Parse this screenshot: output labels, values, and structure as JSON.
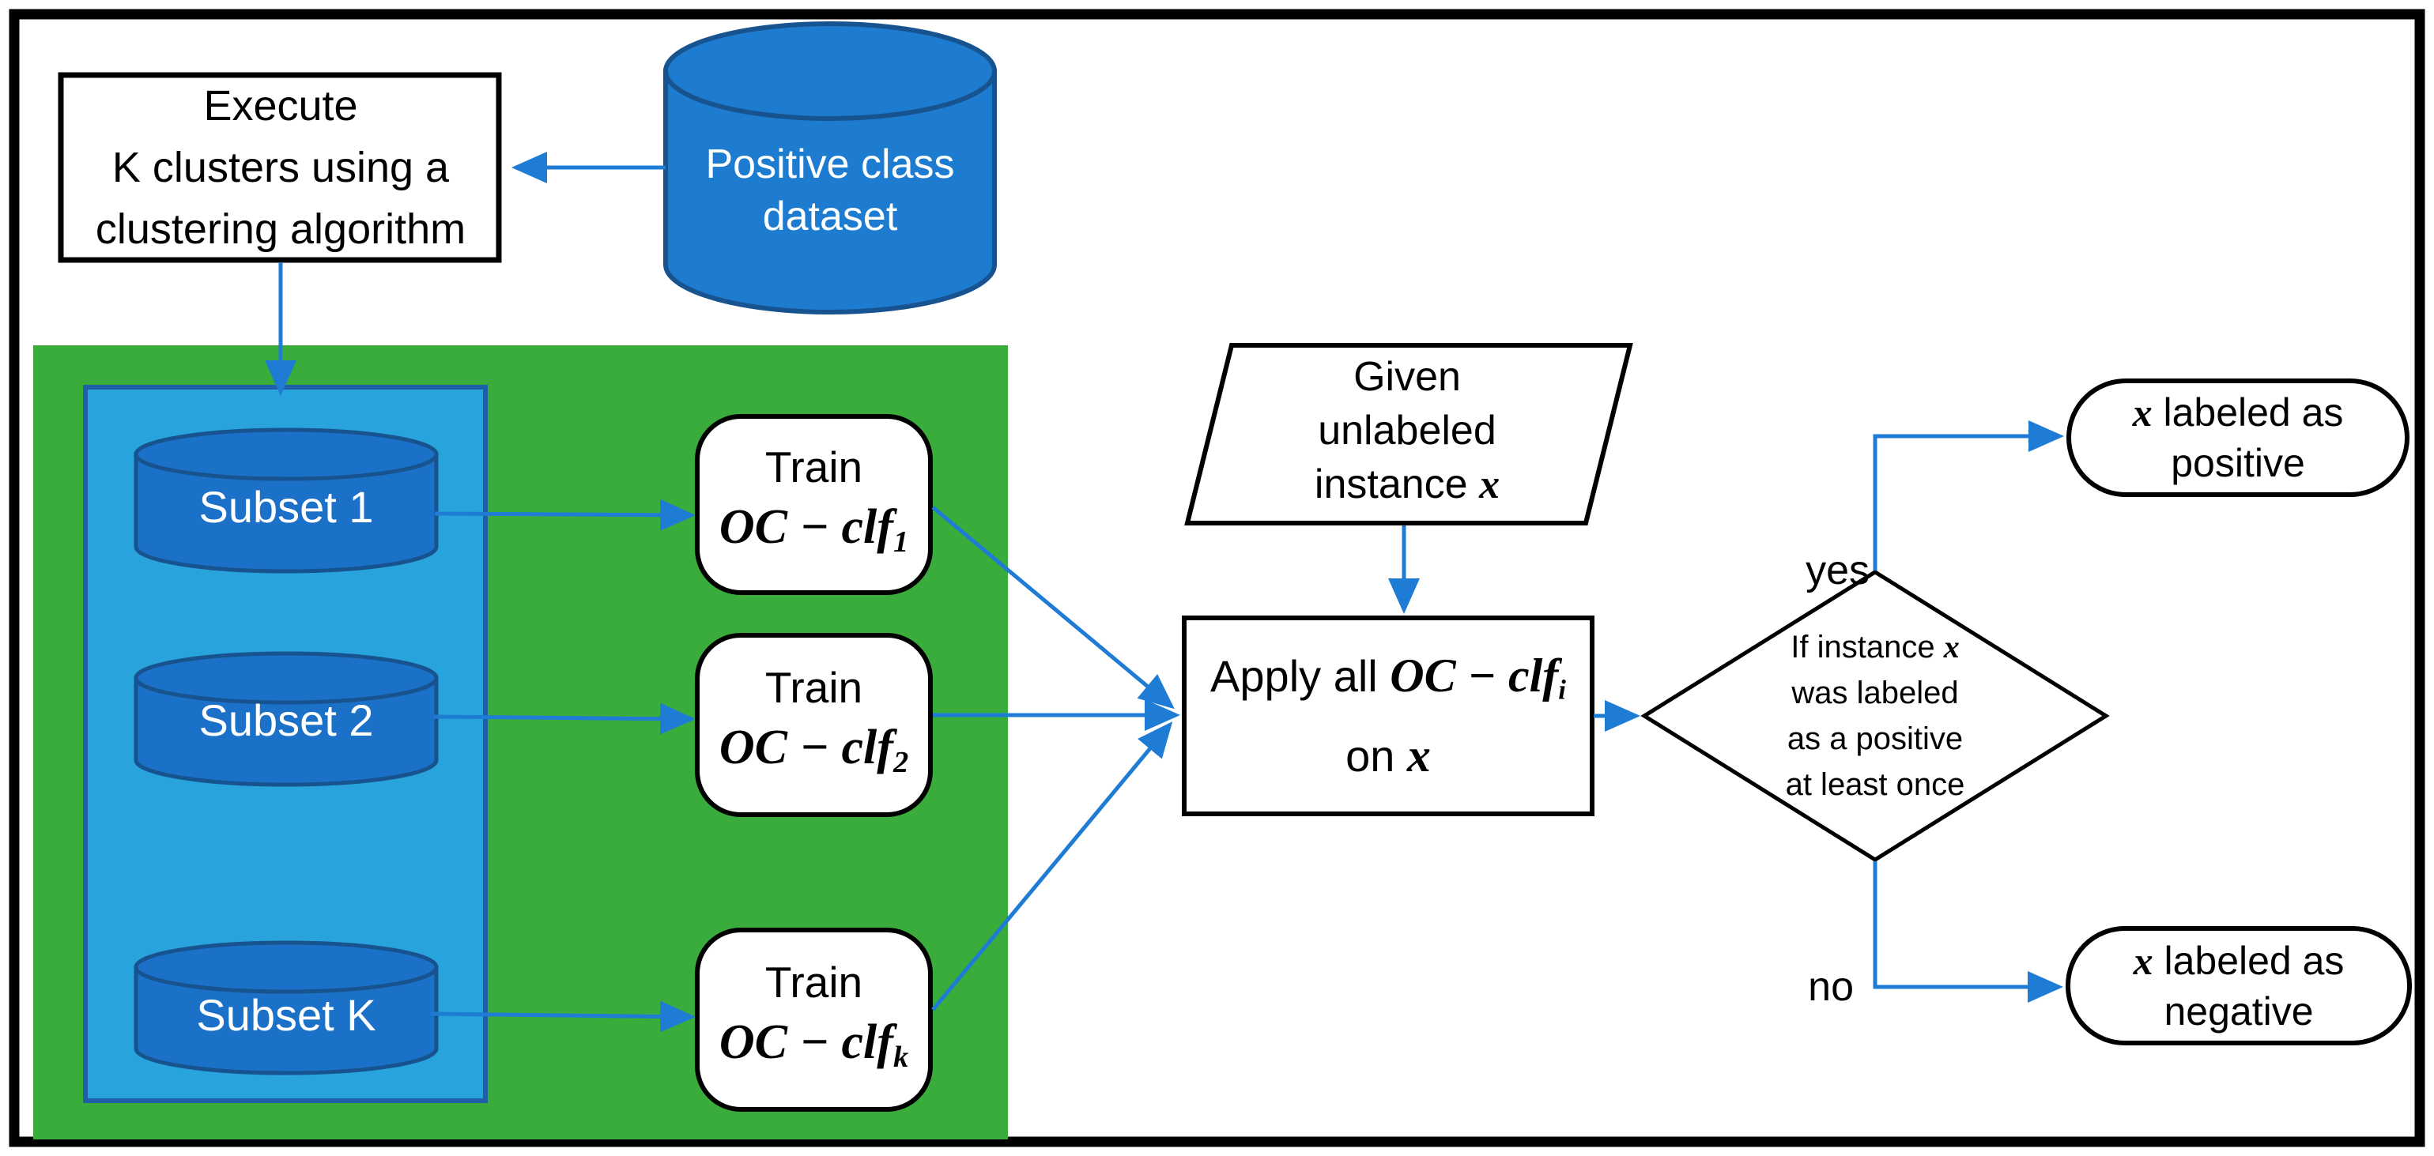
{
  "theme": {
    "green": "#3AAC3C",
    "panel_blue": "#29A3DC",
    "panel_stroke": "#1E5FA8",
    "cyl_blue": "#1B71C8",
    "cyl_stroke": "#17538F",
    "dataset_blue": "#1E7CD0",
    "arrow_blue": "#1E7CD4",
    "ink": "#000000",
    "bg": "#FFFFFF",
    "text_light": "#FFFFFF"
  },
  "nodes": {
    "execute": {
      "l1": "Execute",
      "l2": "K clusters using a",
      "l3": "clustering algorithm"
    },
    "dataset": {
      "l1": "Positive class",
      "l2": "dataset"
    },
    "subsets": {
      "s1": "Subset 1",
      "s2": "Subset 2",
      "sk": "Subset K"
    },
    "train1": {
      "title": "Train",
      "math": "OC − clf",
      "sub": "1"
    },
    "train2": {
      "title": "Train",
      "math": "OC − clf",
      "sub": "2"
    },
    "train3": {
      "title": "Train",
      "math": "OC − clf",
      "sub": "k"
    },
    "given": {
      "l1": "Given",
      "l2": "unlabeled",
      "l3": "instance",
      "var": "x"
    },
    "apply": {
      "l1a": "Apply all",
      "math": "OC − clf",
      "sub": "i",
      "l2a": "on",
      "var": "x"
    },
    "decision": {
      "l1a": "If instance",
      "var": "x",
      "l2": "was labeled",
      "l3": "as a positive",
      "l4": "at least once"
    },
    "positive": {
      "var": "x",
      "l1b": "labeled as",
      "l2": "positive"
    },
    "negative": {
      "var": "x",
      "l1b": "labeled as",
      "l2": "negative"
    }
  },
  "edges": {
    "yes": "yes",
    "no": "no"
  }
}
